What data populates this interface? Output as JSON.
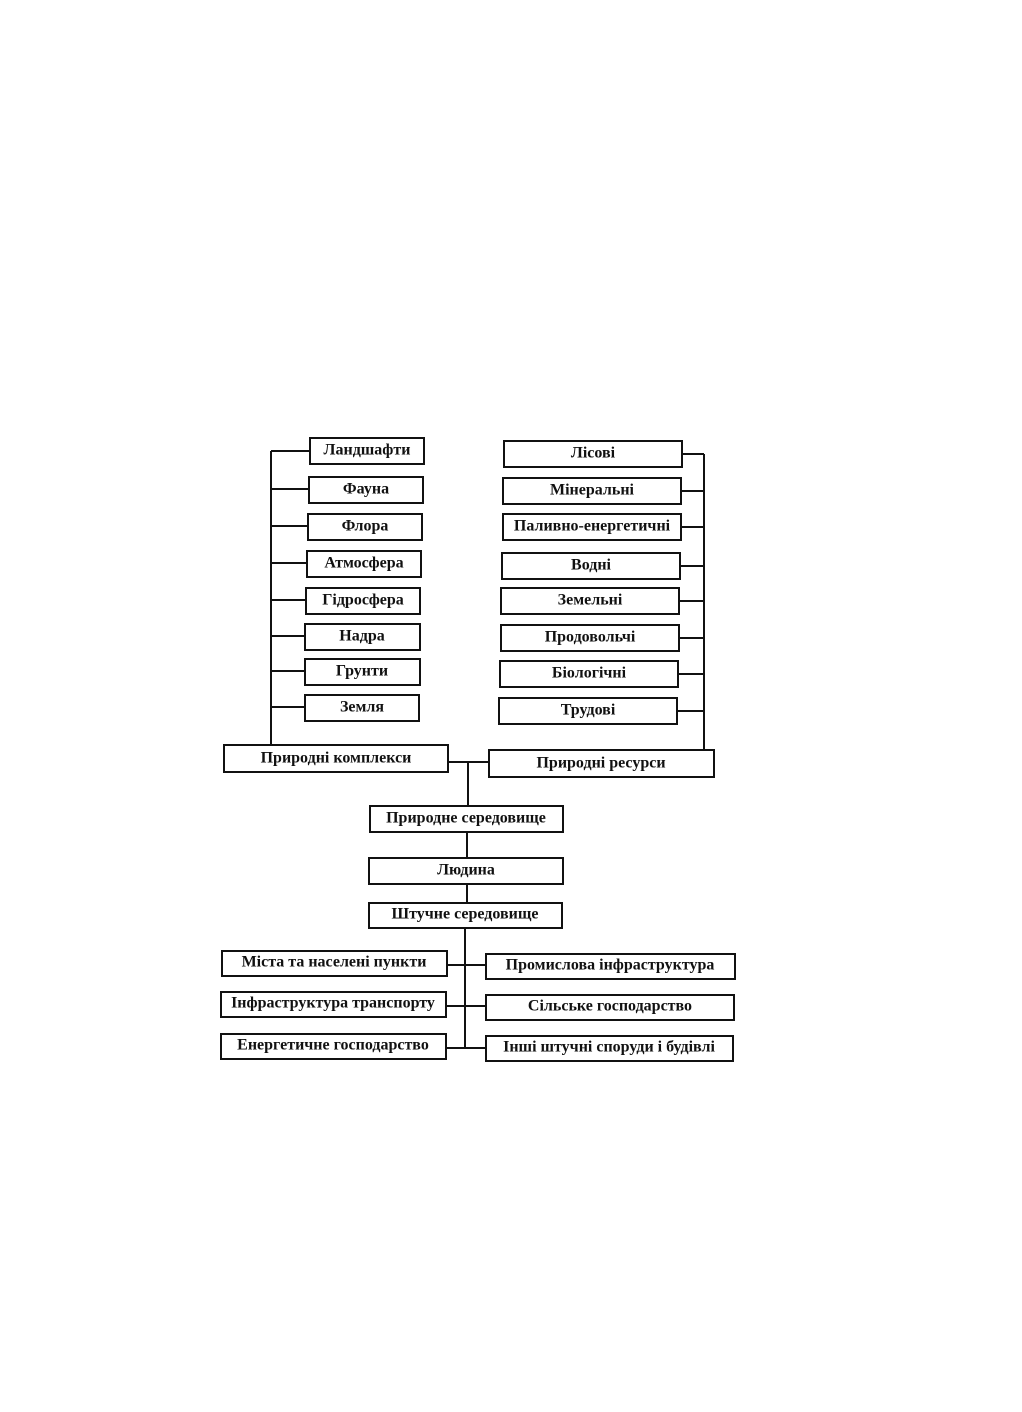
{
  "diagram": {
    "natural_complexes": {
      "root": "Природні комплекси",
      "items": [
        "Ландшафти",
        "Фауна",
        "Флора",
        "Атмосфера",
        "Гідросфера",
        "Надра",
        "Грунти",
        "Земля"
      ]
    },
    "natural_resources": {
      "root": "Природні ресурси",
      "items": [
        "Лісові",
        "Мінеральні",
        "Паливно-енергетичні",
        "Водні",
        "Земельні",
        "Продовольчі",
        "Біологічні",
        "Трудові"
      ]
    },
    "center": {
      "natural_environment": "Природне середовище",
      "human": "Людина",
      "artificial_environment": "Штучне середовище"
    },
    "artificial_left": [
      "Міста та населені пункти",
      "Інфраструктура транспорту",
      "Енергетичне господарство"
    ],
    "artificial_right": [
      "Промислова інфраструктура",
      "Сільське господарство",
      "Інші штучні споруди і будівлі"
    ]
  }
}
